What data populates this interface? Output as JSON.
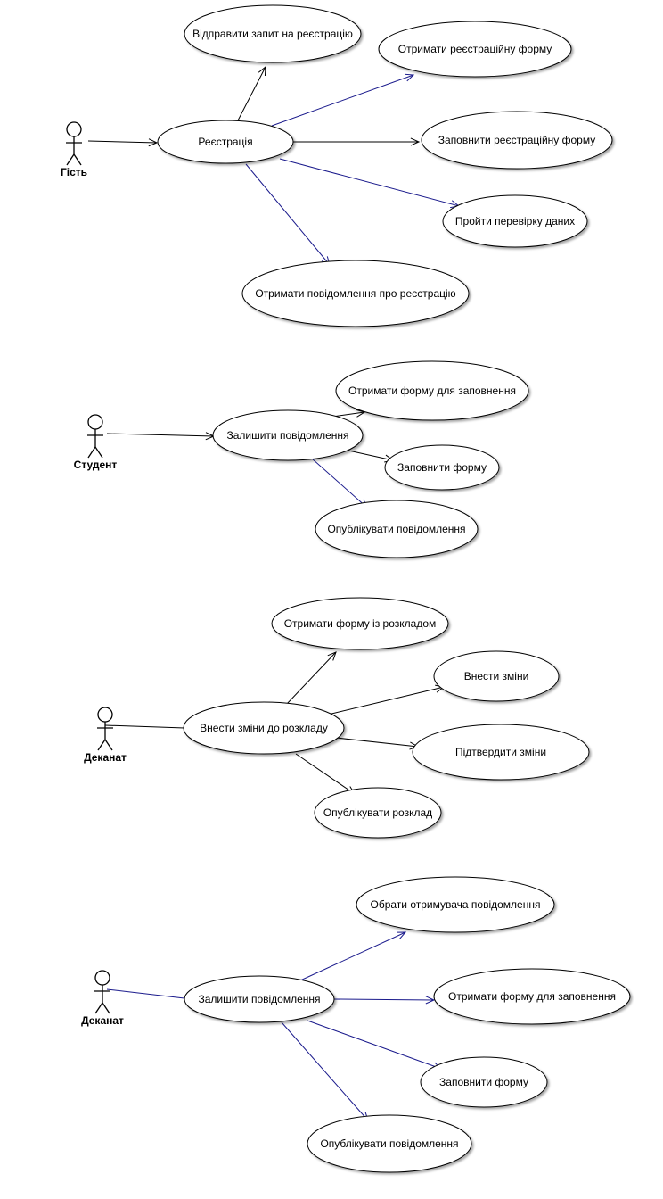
{
  "diagram": {
    "type": "use-case",
    "colors": {
      "black_edge": "#000000",
      "blue_edge": "#1a1a8c",
      "fill": "#ffffff"
    },
    "actors": [
      {
        "id": "guest",
        "label": "Гість"
      },
      {
        "id": "student",
        "label": "Студент"
      },
      {
        "id": "dean1",
        "label": "Деканат"
      },
      {
        "id": "dean2",
        "label": "Деканат"
      }
    ],
    "use_cases": [
      {
        "id": "reg",
        "label": "Реєстрація"
      },
      {
        "id": "send_req",
        "label": "Відправити запит на реєстрацію"
      },
      {
        "id": "get_form",
        "label": "Отримати реєстраційну форму"
      },
      {
        "id": "fill_reg",
        "label": "Заповнити реєстраційну форму"
      },
      {
        "id": "verify",
        "label": "Пройти перевірку даних"
      },
      {
        "id": "get_notice",
        "label": "Отримати повідомлення про реєстрацію"
      },
      {
        "id": "leave_msg1",
        "label": "Залишити повідомлення"
      },
      {
        "id": "get_fill_form1",
        "label": "Отримати форму для заповнення"
      },
      {
        "id": "fill_form1",
        "label": "Заповнити форму"
      },
      {
        "id": "publish_msg1",
        "label": "Опублікувати повідомлення"
      },
      {
        "id": "get_sched_form",
        "label": "Отримати форму із розкладом"
      },
      {
        "id": "make_changes",
        "label": "Внести зміни"
      },
      {
        "id": "sched_changes",
        "label": "Внести зміни до розкладу"
      },
      {
        "id": "confirm",
        "label": "Підтвердити зміни"
      },
      {
        "id": "publish_sched",
        "label": "Опублікувати розклад"
      },
      {
        "id": "choose_recipient",
        "label": "Обрати отримувача повідомлення"
      },
      {
        "id": "leave_msg2",
        "label": "Залишити повідомлення"
      },
      {
        "id": "get_fill_form2",
        "label": "Отримати форму для заповнення"
      },
      {
        "id": "fill_form2",
        "label": "Заповнити форму"
      },
      {
        "id": "publish_msg2",
        "label": "Опублікувати повідомлення"
      }
    ],
    "edges": [
      {
        "from": "guest",
        "to": "reg",
        "kind": "association-arrow",
        "color": "black"
      },
      {
        "from": "reg",
        "to": "send_req",
        "kind": "arrow",
        "color": "black"
      },
      {
        "from": "reg",
        "to": "get_form",
        "kind": "arrow",
        "color": "blue"
      },
      {
        "from": "reg",
        "to": "fill_reg",
        "kind": "arrow",
        "color": "black"
      },
      {
        "from": "reg",
        "to": "verify",
        "kind": "arrow",
        "color": "blue"
      },
      {
        "from": "reg",
        "to": "get_notice",
        "kind": "arrow",
        "color": "blue"
      },
      {
        "from": "student",
        "to": "leave_msg1",
        "kind": "association-arrow",
        "color": "black"
      },
      {
        "from": "leave_msg1",
        "to": "get_fill_form1",
        "kind": "arrow",
        "color": "black"
      },
      {
        "from": "leave_msg1",
        "to": "fill_form1",
        "kind": "arrow",
        "color": "black"
      },
      {
        "from": "leave_msg1",
        "to": "publish_msg1",
        "kind": "arrow",
        "color": "blue"
      },
      {
        "from": "dean1",
        "to": "sched_changes",
        "kind": "association",
        "color": "black"
      },
      {
        "from": "sched_changes",
        "to": "get_sched_form",
        "kind": "arrow",
        "color": "black"
      },
      {
        "from": "sched_changes",
        "to": "make_changes",
        "kind": "arrow",
        "color": "black"
      },
      {
        "from": "sched_changes",
        "to": "confirm",
        "kind": "arrow",
        "color": "black"
      },
      {
        "from": "sched_changes",
        "to": "publish_sched",
        "kind": "arrow",
        "color": "black"
      },
      {
        "from": "dean2",
        "to": "leave_msg2",
        "kind": "association",
        "color": "blue"
      },
      {
        "from": "leave_msg2",
        "to": "choose_recipient",
        "kind": "arrow",
        "color": "blue"
      },
      {
        "from": "leave_msg2",
        "to": "get_fill_form2",
        "kind": "arrow",
        "color": "blue"
      },
      {
        "from": "leave_msg2",
        "to": "fill_form2",
        "kind": "arrow",
        "color": "blue"
      },
      {
        "from": "leave_msg2",
        "to": "publish_msg2",
        "kind": "arrow",
        "color": "blue"
      }
    ]
  }
}
